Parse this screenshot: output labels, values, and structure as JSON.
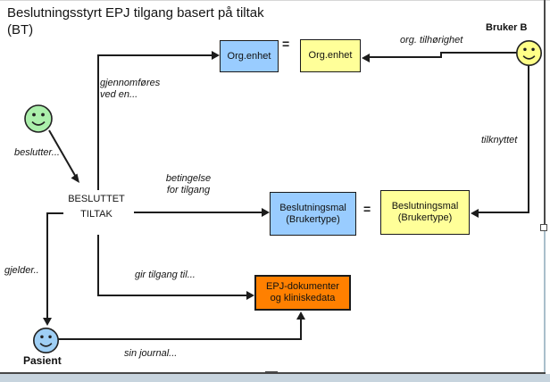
{
  "title": {
    "line1": "Beslutningsstyrt EPJ tilgang basert på tiltak",
    "line2": "(BT)"
  },
  "equals_sign": "=",
  "boxes": {
    "org_enhet_blue": {
      "label": "Org.enhet",
      "fill": "#99CCFF"
    },
    "org_enhet_yellow": {
      "label": "Org.enhet",
      "fill": "#FFFF99"
    },
    "beslutningsmal_blue": {
      "line1": "Beslutningsmal",
      "line2": "(Brukertype)",
      "fill": "#99CCFF"
    },
    "beslutningsmal_yellow": {
      "line1": "Beslutningsmal",
      "line2": "(Brukertype)",
      "fill": "#FFFF99"
    },
    "epj": {
      "line1": "EPJ-dokumenter",
      "line2": "og kliniskedata",
      "fill": "#FF8000"
    }
  },
  "node": {
    "besluttet_line1": "BESLUTTET",
    "besluttet_line2": "TILTAK"
  },
  "actors": {
    "beslutter_smiley": {
      "color": "#ABEFAB"
    },
    "bruker_b": {
      "label": "Bruker B",
      "color": "#FFFF88"
    },
    "pasient": {
      "label": "Pasient",
      "color": "#9FCFF5"
    }
  },
  "annotations": {
    "gjennomfores_line1": "gjennomføres",
    "gjennomfores_line2": "ved en...",
    "beslutter": "beslutter...",
    "betingelse_line1": "betingelse",
    "betingelse_line2": "for tilgang",
    "org_tilhorighet": "org. tilhørighet",
    "tilknyttet": "tilknyttet",
    "gjelder": "gjelder..",
    "gir_tilgang": "gir tilgang til...",
    "sin_journal": "sin journal..."
  },
  "chrome": {
    "scrollbar_color": "#c7d4de"
  }
}
